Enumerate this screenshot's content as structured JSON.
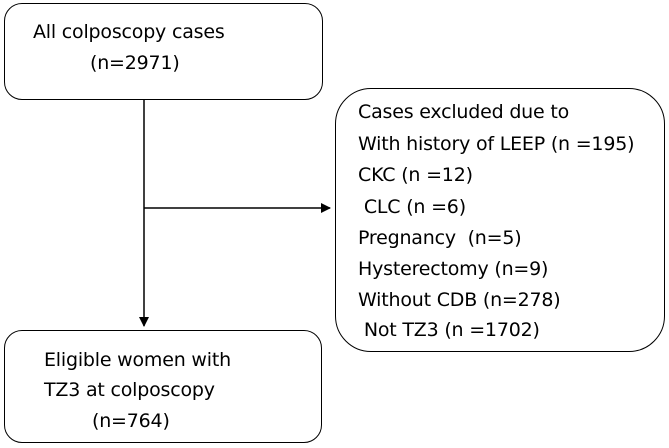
{
  "top_box": {
    "line1": "All colposcopy cases",
    "line2": "(n=2971)"
  },
  "exclusion_box": {
    "title": "Cases excluded due to",
    "items": [
      "With history of LEEP (n =195)",
      "CKC (n =12)",
      " CLC (n =6)",
      "Pregnancy  (n=5)",
      "Hysterectomy (n=9)",
      "Without CDB (n=278)",
      " Not TZ3 (n =1702)"
    ]
  },
  "bottom_box": {
    "line1": "Eligible women with",
    "line2": "TZ3 at colposcopy",
    "line3": "(n=764)"
  }
}
